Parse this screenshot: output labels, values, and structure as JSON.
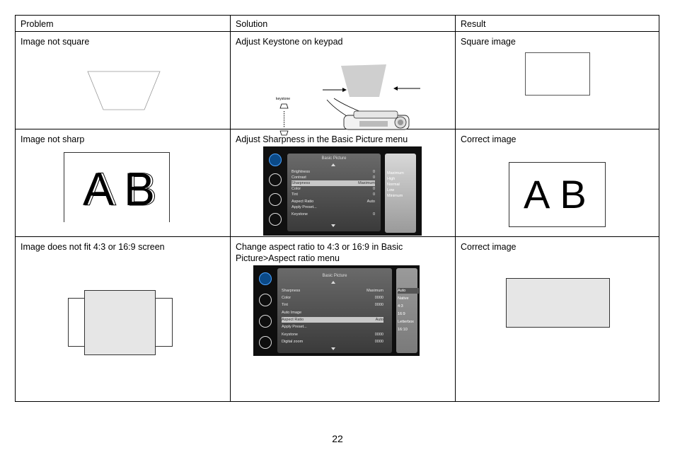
{
  "headers": [
    "Problem",
    "Solution",
    "Result"
  ],
  "rows": [
    {
      "problem": "Image not square",
      "solution": "Adjust Keystone on keypad",
      "result": "Square image"
    },
    {
      "problem": "Image not sharp",
      "solution": "Adjust Sharpness in the Basic Picture menu",
      "result": "Correct image"
    },
    {
      "problem": "Image does not fit 4:3 or 16:9 screen",
      "solution_line1": "Change aspect ratio to 4:3 or 16:9 in Basic",
      "solution_line2": "Picture>Aspect ratio menu",
      "result": "Correct image"
    }
  ],
  "keystone_label": "keystone",
  "ab_text": {
    "a": "A",
    "b": "B"
  },
  "menu1": {
    "title": "Basic Picture",
    "rows": [
      {
        "label": "Brightness",
        "value": "0"
      },
      {
        "label": "Contrast",
        "value": "0"
      },
      {
        "label": "Sharpness",
        "value": "Maximum"
      },
      {
        "label": "Color",
        "value": "0"
      },
      {
        "label": "Tint",
        "value": "0"
      },
      {
        "label": "Aspect Ratio",
        "value": "Auto"
      },
      {
        "label": "Apply Preset...",
        "value": ""
      },
      {
        "label": "Keystone",
        "value": "0"
      }
    ],
    "options": [
      "Maximum",
      "High",
      "Normal",
      "Low",
      "Minimum"
    ]
  },
  "menu2": {
    "title": "Basic Picture",
    "rows": [
      {
        "label": "Sharpness",
        "value": "Maximum"
      },
      {
        "label": "Color",
        "value": "0000"
      },
      {
        "label": "Tint",
        "value": "0000"
      },
      {
        "label": "Auto Image",
        "value": ""
      },
      {
        "label": "Aspect Ratio",
        "value": "Auto"
      },
      {
        "label": "Apply Preset...",
        "value": ""
      },
      {
        "label": "Keystone",
        "value": "0000"
      },
      {
        "label": "Digital zoom",
        "value": "0000"
      }
    ],
    "options": [
      "Auto",
      "Native",
      "4:3",
      "16:9",
      "Letterbox",
      "16:10"
    ]
  },
  "page_number": "22"
}
